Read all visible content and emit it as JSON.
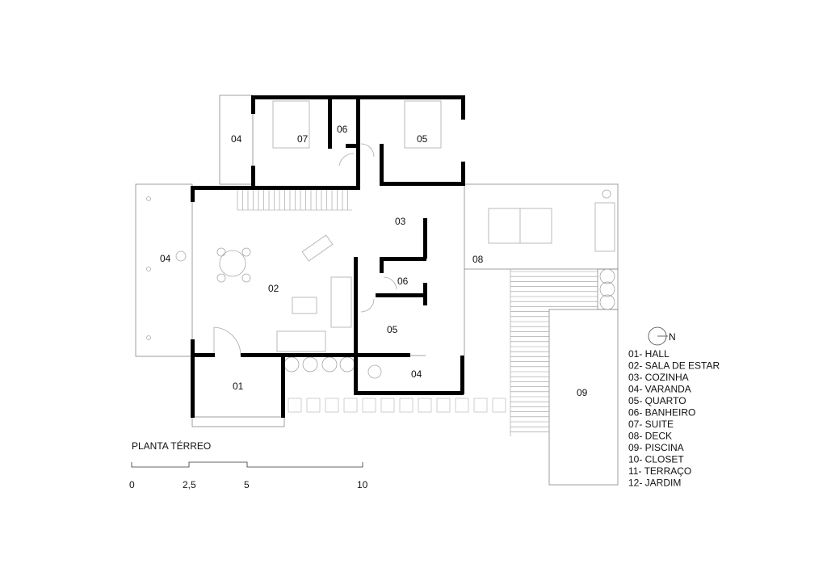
{
  "title": "PLANTA TÉRREO",
  "scale_labels": [
    "0",
    "2,5",
    "5",
    "10"
  ],
  "north_label": "N",
  "rooms": {
    "varanda_top": "04",
    "suite": "07",
    "bath_top": "06",
    "quarto_top": "05",
    "varanda_left": "04",
    "cozinha": "03",
    "sala": "02",
    "deck": "08",
    "bath_mid": "06",
    "quarto_mid": "05",
    "hall": "01",
    "varanda_bottom": "04",
    "piscina": "09"
  },
  "legend": [
    "01- HALL",
    "02- SALA DE ESTAR",
    "03- COZINHA",
    "04- VARANDA",
    "05- QUARTO",
    "06- BANHEIRO",
    "07- SUITE",
    "08- DECK",
    "09- PISCINA",
    "10- CLOSET",
    "11- TERRAÇO",
    "12- JARDIM"
  ]
}
